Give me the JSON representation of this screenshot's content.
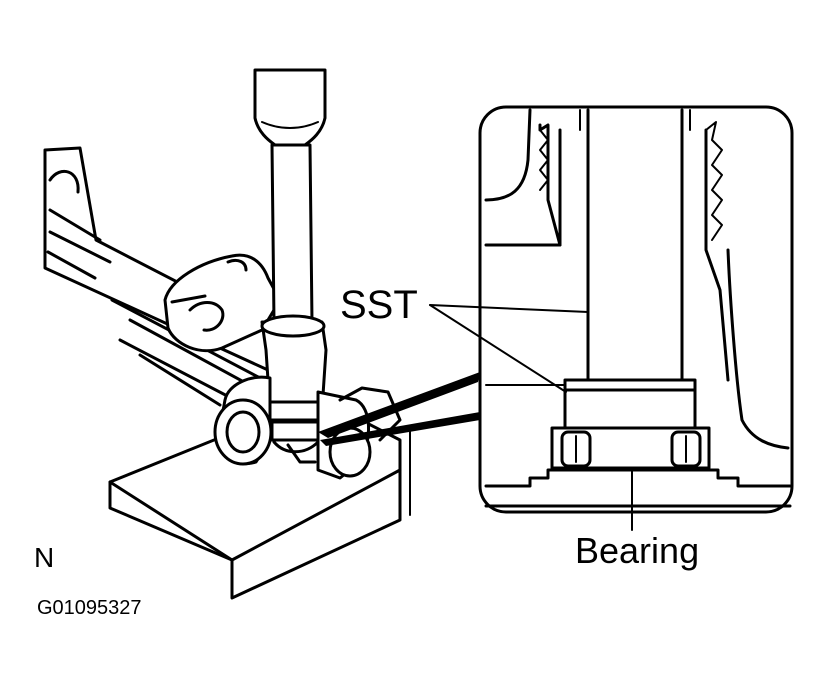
{
  "labels": {
    "tool": "SST",
    "part": "Bearing",
    "view_code": "N",
    "figure_id": "G01095327"
  },
  "colors": {
    "ink": "#000000",
    "paper": "#ffffff"
  }
}
